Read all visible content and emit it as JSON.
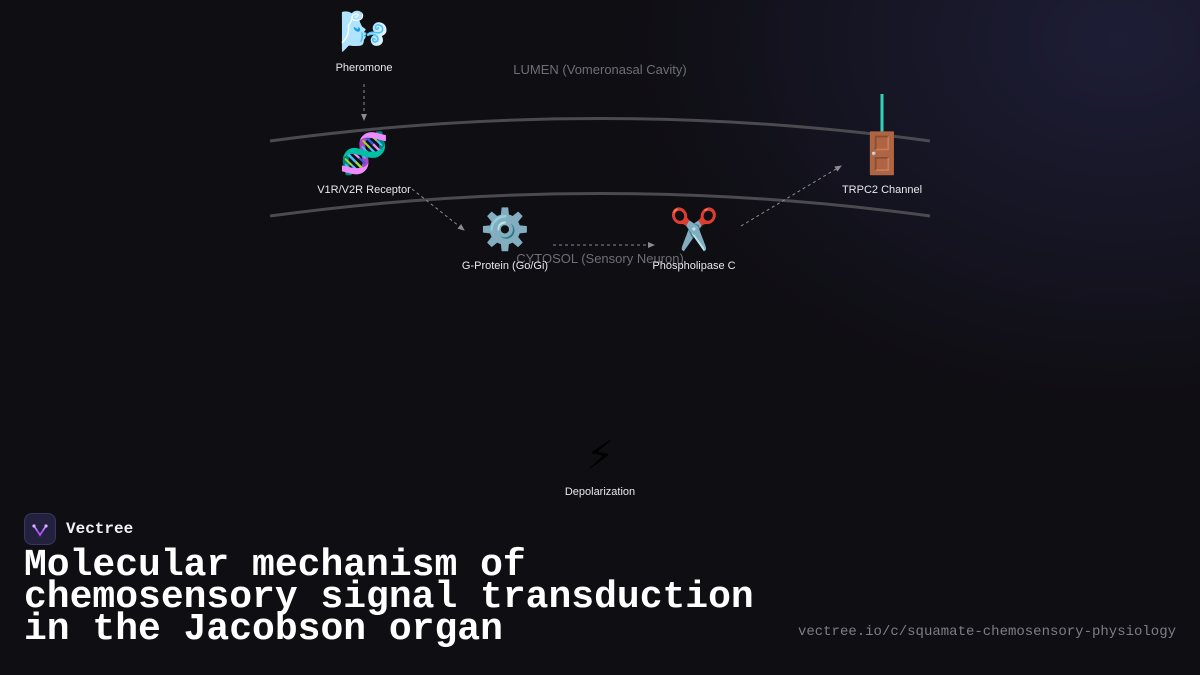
{
  "diagram": {
    "regions": {
      "lumen": "LUMEN (Vomeronasal Cavity)",
      "cytosol": "CYTOSOL (Sensory Neuron)"
    },
    "nodes": [
      {
        "id": "pheromone",
        "label": "Pheromone",
        "icon": "wind-face-icon",
        "glyph": "🌬️"
      },
      {
        "id": "receptor",
        "label": "V1R/V2R Receptor",
        "icon": "dna-icon",
        "glyph": "🧬"
      },
      {
        "id": "gprotein",
        "label": "G-Protein (Go/Gi)",
        "icon": "gear-icon",
        "glyph": "⚙️"
      },
      {
        "id": "plc",
        "label": "Phospholipase C",
        "icon": "scissors-icon",
        "glyph": "✂️"
      },
      {
        "id": "trpc2",
        "label": "TRPC2 Channel",
        "icon": "door-icon",
        "glyph": "🚪"
      },
      {
        "id": "depolarization",
        "label": "Depolarization",
        "icon": "lightning-icon",
        "glyph": "⚡"
      }
    ],
    "colors": {
      "membrane": "#4a4a4f",
      "arrow": "#8a8a90",
      "channel_accent": "#2fd4b5"
    }
  },
  "brand": {
    "name": "Vectree",
    "logo_icon": "vectree-logo-icon"
  },
  "title": "Molecular mechanism of chemosensory signal transduction in the Jacobson organ",
  "url": "vectree.io/c/squamate-chemosensory-physiology"
}
